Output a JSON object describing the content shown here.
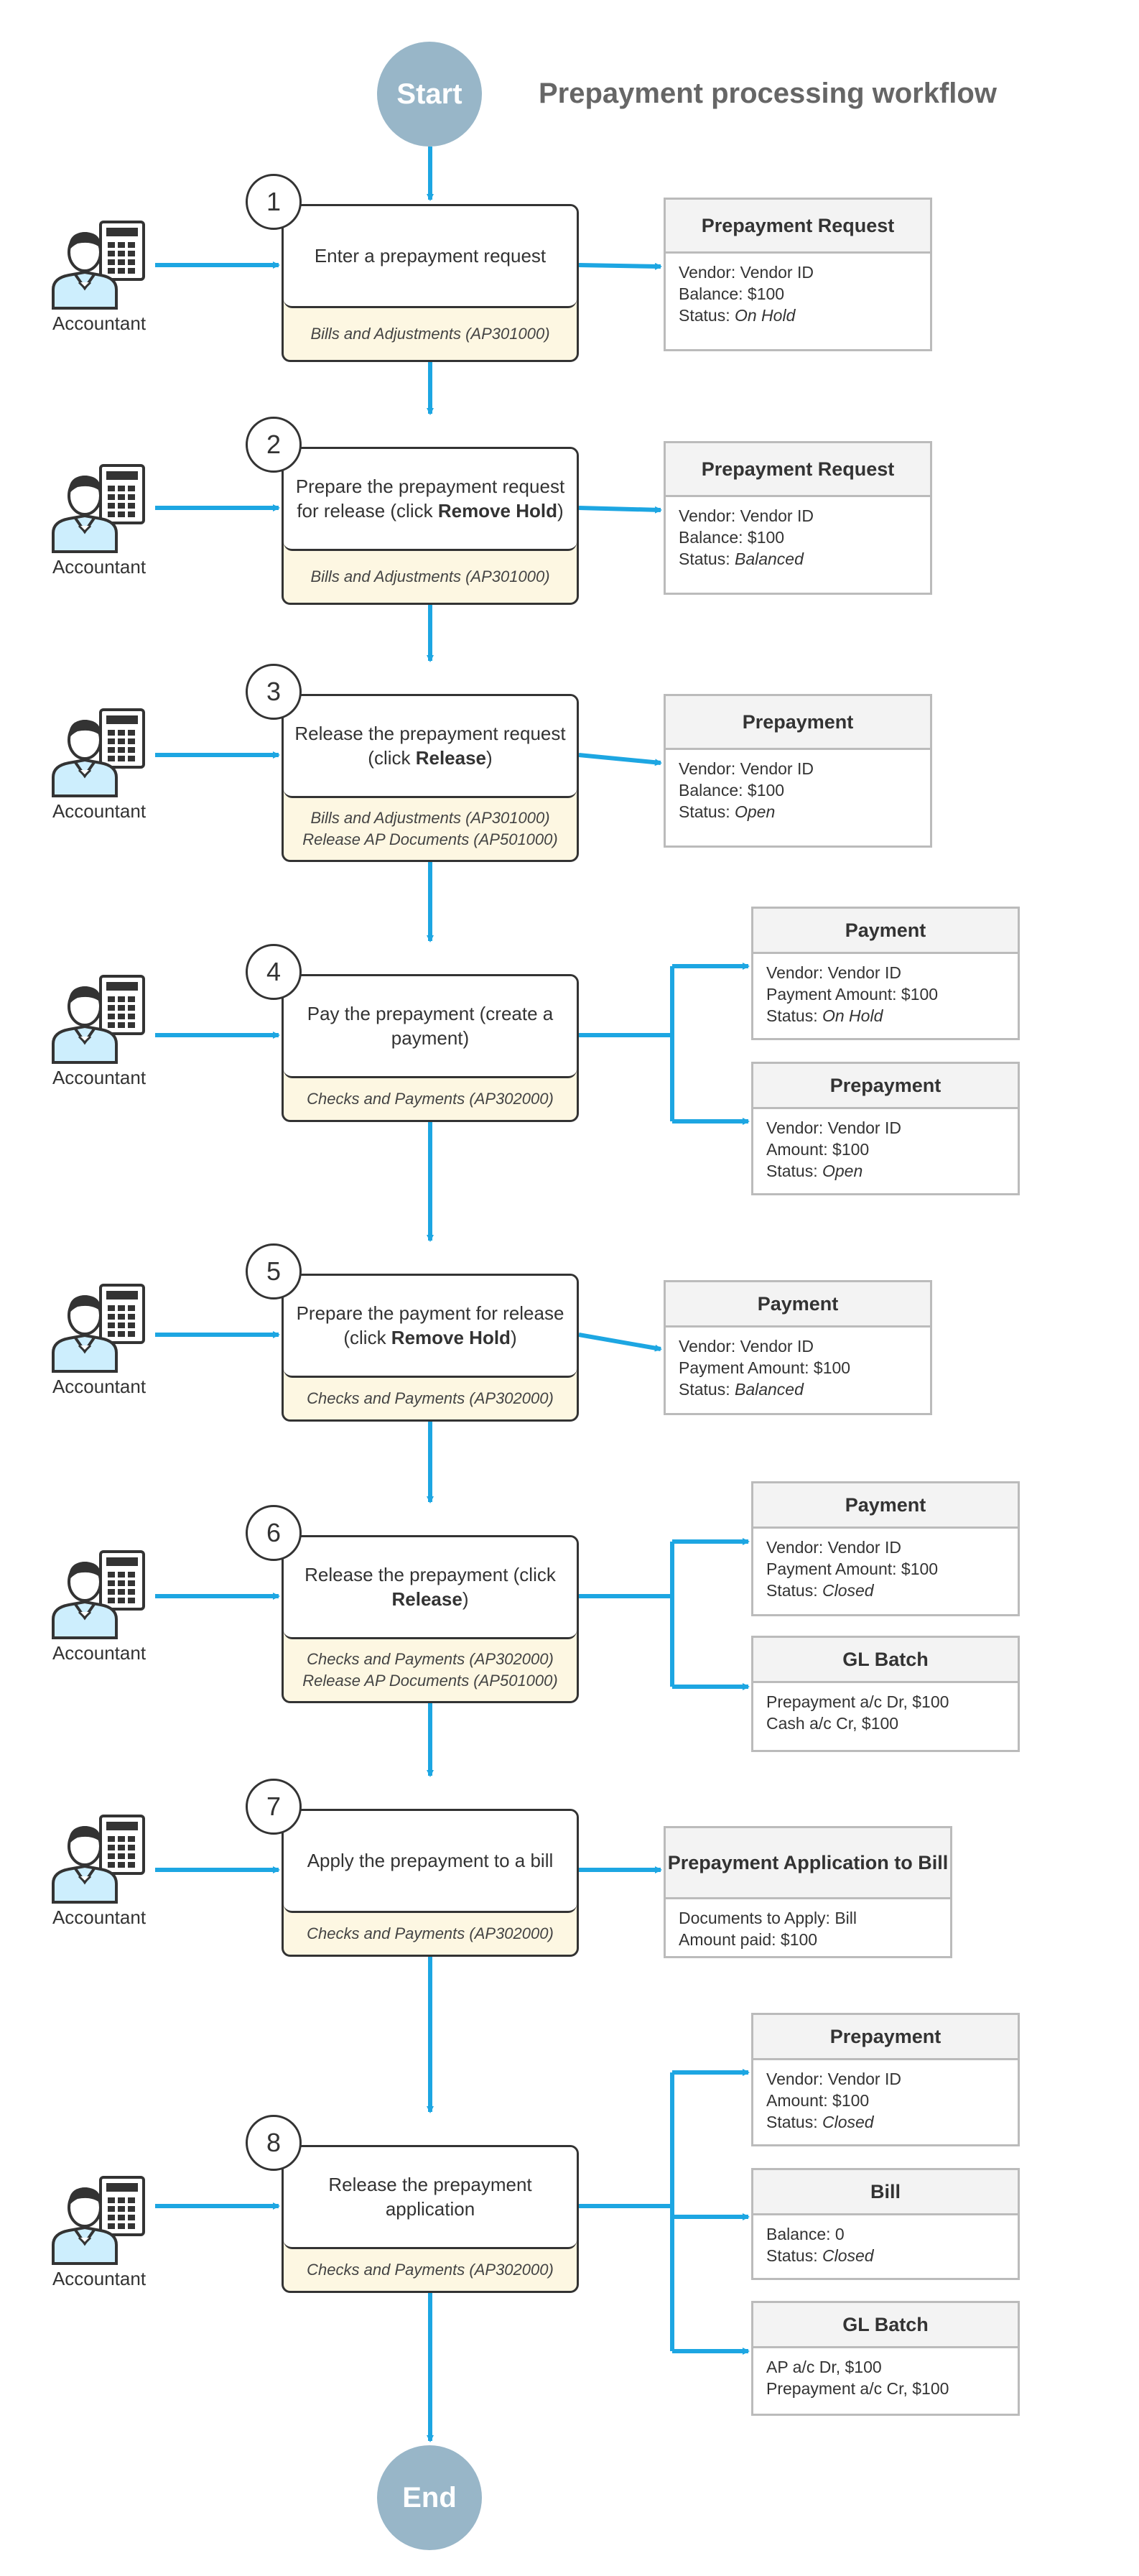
{
  "title": "Prepayment processing workflow",
  "start_label": "Start",
  "end_label": "End",
  "actor_label": "Accountant",
  "colors": {
    "arrow": "#1da6e2",
    "terminal": "#98b6c8",
    "screen_fill": "#fdf7e2",
    "card_header": "#f3f3f3",
    "actor_fill": "#cdeefd"
  },
  "steps": [
    {
      "num": "1",
      "text_parts": [
        {
          "t": "Enter a prepayment request",
          "b": false
        }
      ],
      "screens": [
        "Bills and Adjustments (AP301000)"
      ]
    },
    {
      "num": "2",
      "text_parts": [
        {
          "t": "Prepare the prepayment request for release (click ",
          "b": false
        },
        {
          "t": "Remove Hold",
          "b": true
        },
        {
          "t": ")",
          "b": false
        }
      ],
      "screens": [
        "Bills and Adjustments (AP301000)"
      ]
    },
    {
      "num": "3",
      "text_parts": [
        {
          "t": "Release the prepayment request (click ",
          "b": false
        },
        {
          "t": "Release",
          "b": true
        },
        {
          "t": ")",
          "b": false
        }
      ],
      "screens": [
        "Bills and Adjustments (AP301000)",
        "Release AP Documents (AP501000)"
      ]
    },
    {
      "num": "4",
      "text_parts": [
        {
          "t": "Pay the prepayment (create a payment)",
          "b": false
        }
      ],
      "screens": [
        "Checks and Payments (AP302000)"
      ]
    },
    {
      "num": "5",
      "text_parts": [
        {
          "t": "Prepare the payment for release (click ",
          "b": false
        },
        {
          "t": "Remove Hold",
          "b": true
        },
        {
          "t": ")",
          "b": false
        }
      ],
      "screens": [
        "Checks and Payments (AP302000)"
      ]
    },
    {
      "num": "6",
      "text_parts": [
        {
          "t": "Release the prepayment (click ",
          "b": false
        },
        {
          "t": "Release",
          "b": true
        },
        {
          "t": ")",
          "b": false
        }
      ],
      "screens": [
        "Checks and Payments (AP302000)",
        "Release AP Documents (AP501000)"
      ]
    },
    {
      "num": "7",
      "text_parts": [
        {
          "t": "Apply the prepayment to a bill",
          "b": false
        }
      ],
      "screens": [
        "Checks and Payments (AP302000)"
      ]
    },
    {
      "num": "8",
      "text_parts": [
        {
          "t": "Release the prepayment application",
          "b": false
        }
      ],
      "screens": [
        "Checks and Payments (AP302000)"
      ]
    }
  ],
  "outputs": [
    {
      "step": 1,
      "title": "Prepayment Request",
      "lines": [
        {
          "text": "Vendor: Vendor ID"
        },
        {
          "text": "Balance: $100"
        },
        {
          "text": "Status: ",
          "em": "On Hold"
        }
      ]
    },
    {
      "step": 2,
      "title": "Prepayment Request",
      "lines": [
        {
          "text": "Vendor: Vendor ID"
        },
        {
          "text": "Balance: $100"
        },
        {
          "text": "Status: ",
          "em": "Balanced"
        }
      ]
    },
    {
      "step": 3,
      "title": "Prepayment",
      "lines": [
        {
          "text": "Vendor: Vendor ID"
        },
        {
          "text": "Balance: $100"
        },
        {
          "text": "Status: ",
          "em": "Open"
        }
      ]
    },
    {
      "step": 4,
      "title": "Payment",
      "lines": [
        {
          "text": "Vendor: Vendor ID"
        },
        {
          "text": "Payment Amount: $100"
        },
        {
          "text": "Status: ",
          "em": "On Hold"
        }
      ]
    },
    {
      "step": 4,
      "title": "Prepayment",
      "lines": [
        {
          "text": "Vendor: Vendor ID"
        },
        {
          "text": "Amount: $100"
        },
        {
          "text": "Status: ",
          "em": "Open"
        }
      ]
    },
    {
      "step": 5,
      "title": "Payment",
      "lines": [
        {
          "text": "Vendor: Vendor ID"
        },
        {
          "text": "Payment Amount: $100"
        },
        {
          "text": "Status: ",
          "em": "Balanced"
        }
      ]
    },
    {
      "step": 6,
      "title": "Payment",
      "lines": [
        {
          "text": "Vendor: Vendor ID"
        },
        {
          "text": "Payment Amount: $100"
        },
        {
          "text": "Status: ",
          "em": "Closed"
        }
      ]
    },
    {
      "step": 6,
      "title": "GL Batch",
      "lines": [
        {
          "text": "Prepayment a/c Dr, $100"
        },
        {
          "text": "Cash a/c Cr, $100"
        }
      ]
    },
    {
      "step": 7,
      "title": "Prepayment Application to Bill",
      "lines": [
        {
          "text": "Documents to Apply: Bill"
        },
        {
          "text": "Amount paid: $100"
        }
      ]
    },
    {
      "step": 8,
      "title": "Prepayment",
      "lines": [
        {
          "text": "Vendor: Vendor ID"
        },
        {
          "text": "Amount: $100"
        },
        {
          "text": "Status: ",
          "em": "Closed"
        }
      ]
    },
    {
      "step": 8,
      "title": "Bill",
      "lines": [
        {
          "text": "Balance: 0"
        },
        {
          "text": "Status: ",
          "em": "Closed"
        }
      ]
    },
    {
      "step": 8,
      "title": "GL Batch",
      "lines": [
        {
          "text": "AP a/c Dr, $100"
        },
        {
          "text": "Prepayment a/c Cr, $100"
        }
      ]
    }
  ]
}
